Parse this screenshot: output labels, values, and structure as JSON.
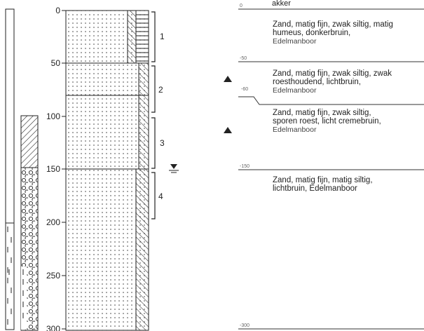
{
  "depth_axis": {
    "ticks": [
      "0",
      "50",
      "100",
      "150",
      "200",
      "250",
      "300"
    ]
  },
  "sample_numbers": [
    "1",
    "2",
    "3",
    "4"
  ],
  "description_depths": [
    "0",
    "-50",
    "-60",
    "-150",
    "-300"
  ],
  "land_use": "akker",
  "layers": [
    {
      "line1": "Zand, matig fijn, zwak siltig, matig",
      "line2": "humeus, donkerbruin,",
      "line3": "Edelmanboor"
    },
    {
      "line1": "Zand, matig fijn, zwak siltig, zwak",
      "line2": "roesthoudend, lichtbruin,",
      "line3": "Edelmanboor"
    },
    {
      "line1": "Zand, matig fijn, zwak siltig,",
      "line2": "sporen roest, licht cremebruin,",
      "line3": "Edelmanboor"
    },
    {
      "line1": "Zand, matig fijn, matig siltig,",
      "line2": "lichtbruin, Edelmanboor"
    }
  ],
  "colors": {
    "line": "#222222",
    "dots": "#333333",
    "grey_text": "#666666",
    "edelman_text": "#444444"
  },
  "icons": [
    "groundwater-level-icon",
    "sample-triangle-icon"
  ]
}
